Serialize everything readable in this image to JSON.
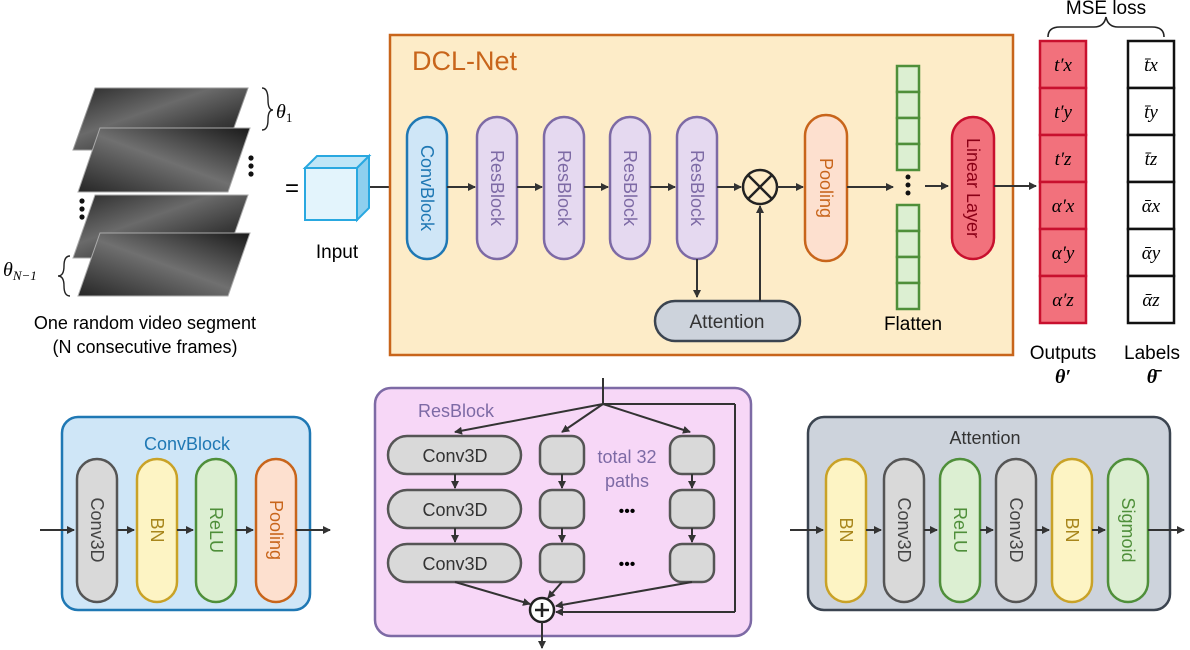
{
  "video": {
    "theta_1": "θ",
    "theta_1_sub": "1",
    "theta_n": "θ",
    "theta_n_sub": "N−1",
    "caption_line1": "One random video segment",
    "caption_line2": "(N consecutive frames)",
    "equals": "="
  },
  "input_label": "Input",
  "dcl": {
    "title": "DCL-Net",
    "convblock": "ConvBlock",
    "resblock": "ResBlock",
    "pooling": "Pooling",
    "attention": "Attention",
    "flatten": "Flatten",
    "linear": "Linear Layer",
    "multiply": "⊗"
  },
  "outputs": {
    "cells": [
      "t′x",
      "t′y",
      "t′z",
      "α′x",
      "α′y",
      "α′z"
    ],
    "label_line1": "Outputs",
    "label_line2": "θ′"
  },
  "labels": {
    "cells": [
      "t̄x",
      "t̄y",
      "t̄z",
      "ᾱx",
      "ᾱy",
      "ᾱz"
    ],
    "label_line1": "Labels",
    "label_line2": "θ̄"
  },
  "mse_loss": "MSE loss",
  "convblock_detail": {
    "title": "ConvBlock",
    "items": [
      "Conv3D",
      "BN",
      "ReLU",
      "Pooling"
    ]
  },
  "resblock_detail": {
    "title": "ResBlock",
    "conv": "Conv3D",
    "paths_line1": "total 32",
    "paths_line2": "paths",
    "dots": "•••"
  },
  "attention_detail": {
    "title": "Attention",
    "items": [
      "BN",
      "Conv3D",
      "ReLU",
      "Conv3D",
      "BN",
      "Sigmoid"
    ]
  },
  "colors": {
    "dcl_fill": "#fdecc8",
    "dcl_border": "#c8651b",
    "conv_blue": "#1f78b4",
    "res_purple": "#7d6aa5",
    "res_fill": "#e5d9f0",
    "pool_orange": "#c8651b",
    "pool_fill": "#fde0cf",
    "green": "#4f8f3a",
    "green_fill": "#dcefd2",
    "red": "#c8102e",
    "red_fill": "#f2717c",
    "yellow": "#c9a227",
    "yellow_fill": "#fdf4c4",
    "gray": "#555555",
    "gray_fill": "#d9d9d9",
    "slate": "#3b4450",
    "slate_fill": "#cdd3dc"
  }
}
